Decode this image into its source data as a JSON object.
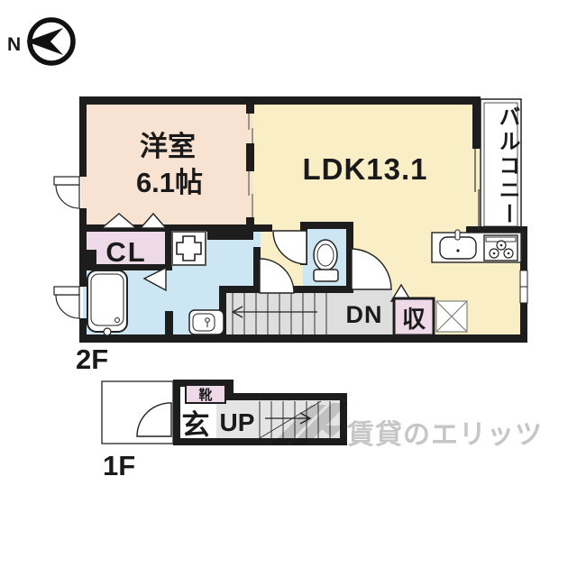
{
  "compass": {
    "label": "N"
  },
  "floor2": {
    "label": "2F",
    "rooms": {
      "youshitsu": {
        "name": "洋室",
        "size": "6.1帖"
      },
      "ldk": {
        "label": "LDK13.1"
      },
      "balcony": {
        "label": "バルコニー"
      },
      "closet": {
        "label": "CL"
      },
      "storage": {
        "label": "収"
      },
      "stairs_down": {
        "label": "DN"
      }
    }
  },
  "floor1": {
    "label": "1F",
    "rooms": {
      "entrance": {
        "label": "玄"
      },
      "shoe_box": {
        "label": "靴"
      },
      "stairs_up": {
        "label": "UP"
      }
    }
  },
  "watermark": {
    "label": "賃貸のエリッツ"
  },
  "colors": {
    "wall": "#1d1d1d",
    "youshitsu_fill": "#f8e3d3",
    "ldk_fill": "#faeec7",
    "closet_fill": "#edd9e8",
    "wet_area_fill": "#cde6f3",
    "stairs_fill": "#dedede",
    "watermark_gray": "#c6c6c6"
  }
}
